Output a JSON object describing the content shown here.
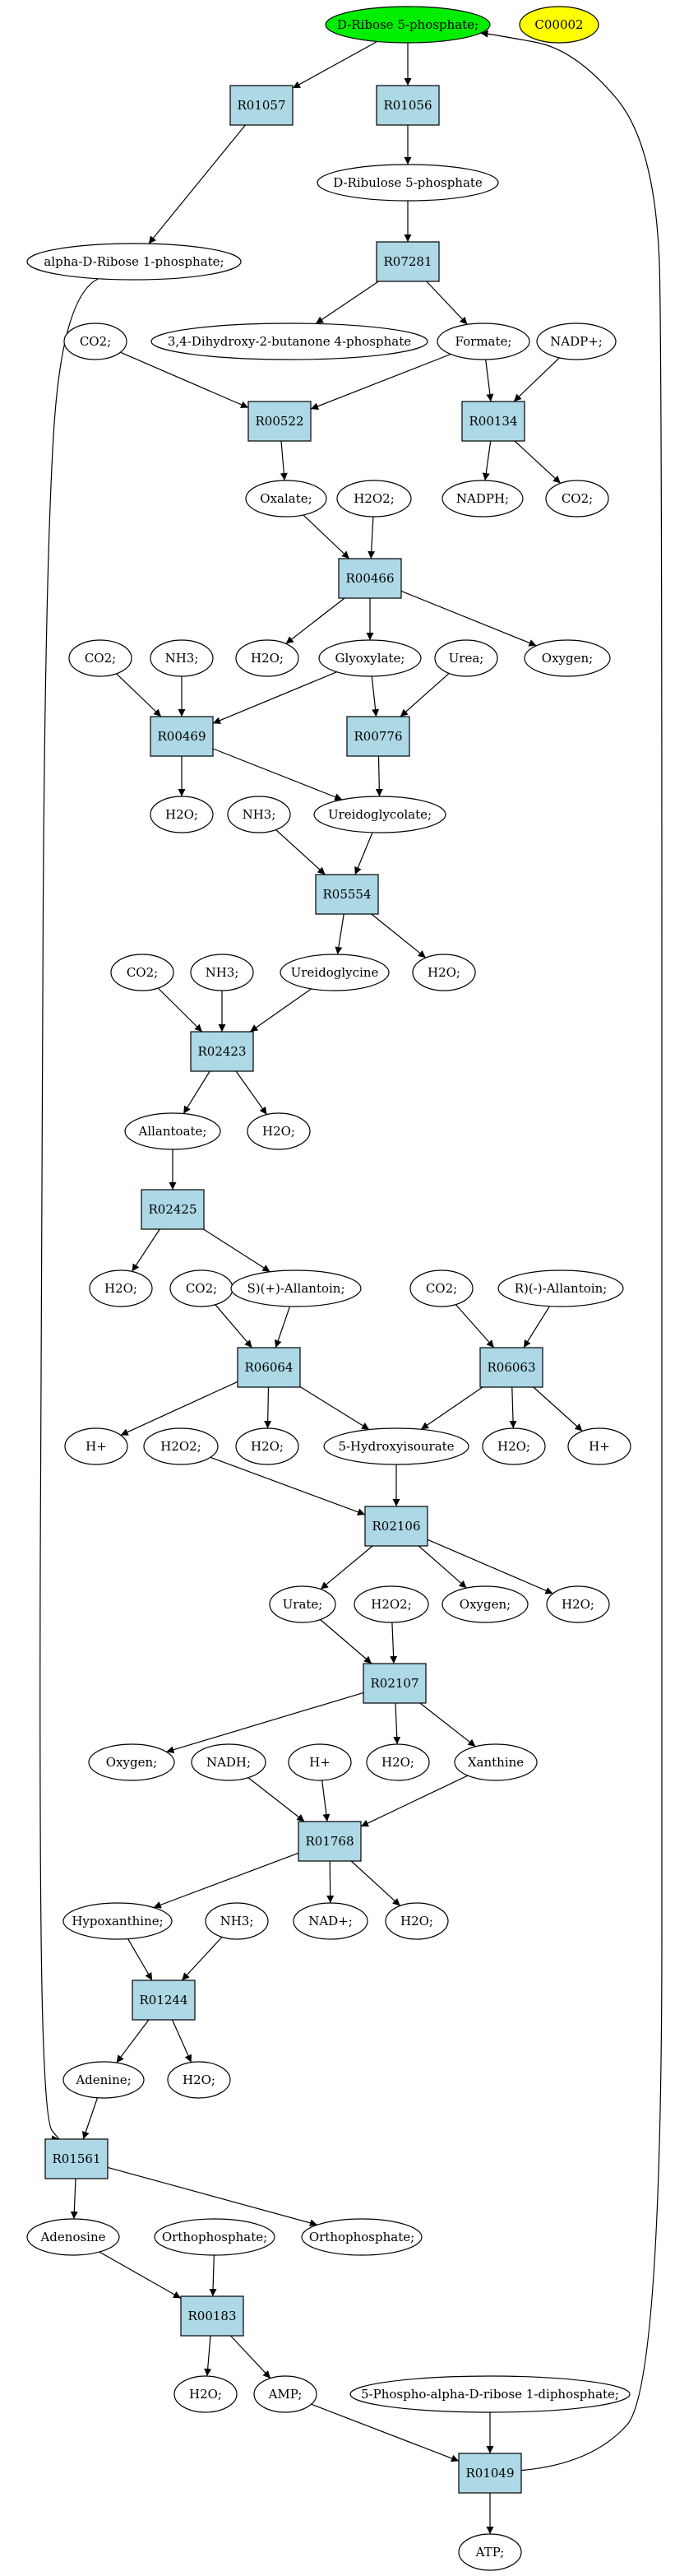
{
  "colors": {
    "reaction_fill": "#add8e6",
    "compound_fill": "#ffffff",
    "start_fill": "#00ee00",
    "id_fill": "#ffff00"
  },
  "nodes": [
    {
      "id": "n_rib5p",
      "label": "D-Ribose 5-phosphate;",
      "kind": "compound",
      "fill": "#00ee00"
    },
    {
      "id": "n_c00002",
      "label": "C00002",
      "kind": "compound",
      "fill": "#ffff00"
    },
    {
      "id": "n_r01057",
      "label": "R01057",
      "kind": "reaction"
    },
    {
      "id": "n_r01056",
      "label": "R01056",
      "kind": "reaction"
    },
    {
      "id": "n_ribu5p",
      "label": "D-Ribulose 5-phosphate",
      "kind": "compound"
    },
    {
      "id": "n_ar1p",
      "label": "alpha-D-Ribose 1-phosphate;",
      "kind": "compound"
    },
    {
      "id": "n_r07281",
      "label": "R07281",
      "kind": "reaction"
    },
    {
      "id": "n_dhb4p",
      "label": "3,4-Dihydroxy-2-butanone 4-phosphate",
      "kind": "compound"
    },
    {
      "id": "n_formate",
      "label": "Formate;",
      "kind": "compound"
    },
    {
      "id": "n_co2_a",
      "label": "CO2;",
      "kind": "compound"
    },
    {
      "id": "n_nadp",
      "label": "NADP+;",
      "kind": "compound"
    },
    {
      "id": "n_r00522",
      "label": "R00522",
      "kind": "reaction"
    },
    {
      "id": "n_r00134",
      "label": "R00134",
      "kind": "reaction"
    },
    {
      "id": "n_nadph",
      "label": "NADPH;",
      "kind": "compound"
    },
    {
      "id": "n_co2_b",
      "label": "CO2;",
      "kind": "compound"
    },
    {
      "id": "n_oxalate",
      "label": "Oxalate;",
      "kind": "compound"
    },
    {
      "id": "n_h2o2_a",
      "label": "H2O2;",
      "kind": "compound"
    },
    {
      "id": "n_r00466",
      "label": "R00466",
      "kind": "reaction"
    },
    {
      "id": "n_h2o_a",
      "label": "H2O;",
      "kind": "compound"
    },
    {
      "id": "n_glyoxylate",
      "label": "Glyoxylate;",
      "kind": "compound"
    },
    {
      "id": "n_urea",
      "label": "Urea;",
      "kind": "compound"
    },
    {
      "id": "n_oxygen_a",
      "label": "Oxygen;",
      "kind": "compound"
    },
    {
      "id": "n_co2_c",
      "label": "CO2;",
      "kind": "compound"
    },
    {
      "id": "n_nh3_a",
      "label": "NH3;",
      "kind": "compound"
    },
    {
      "id": "n_r00469",
      "label": "R00469",
      "kind": "reaction"
    },
    {
      "id": "n_r00776",
      "label": "R00776",
      "kind": "reaction"
    },
    {
      "id": "n_h2o_b",
      "label": "H2O;",
      "kind": "compound"
    },
    {
      "id": "n_nh3_b",
      "label": "NH3;",
      "kind": "compound"
    },
    {
      "id": "n_ureidoglycolate",
      "label": "Ureidoglycolate;",
      "kind": "compound"
    },
    {
      "id": "n_r05554",
      "label": "R05554",
      "kind": "reaction"
    },
    {
      "id": "n_co2_d",
      "label": "CO2;",
      "kind": "compound"
    },
    {
      "id": "n_nh3_c",
      "label": "NH3;",
      "kind": "compound"
    },
    {
      "id": "n_ureidoglycine",
      "label": "Ureidoglycine",
      "kind": "compound"
    },
    {
      "id": "n_h2o_c",
      "label": "H2O;",
      "kind": "compound"
    },
    {
      "id": "n_r02423",
      "label": "R02423",
      "kind": "reaction"
    },
    {
      "id": "n_allantoate",
      "label": "Allantoate;",
      "kind": "compound"
    },
    {
      "id": "n_h2o_d",
      "label": "H2O;",
      "kind": "compound"
    },
    {
      "id": "n_r02425",
      "label": "R02425",
      "kind": "reaction"
    },
    {
      "id": "n_h2o_e",
      "label": "H2O;",
      "kind": "compound"
    },
    {
      "id": "n_co2_e",
      "label": "CO2;",
      "kind": "compound"
    },
    {
      "id": "n_sallantoin",
      "label": "S)(+)-Allantoin;",
      "kind": "compound"
    },
    {
      "id": "n_co2_f",
      "label": "CO2;",
      "kind": "compound"
    },
    {
      "id": "n_rallantoin",
      "label": "R)(-)-Allantoin;",
      "kind": "compound"
    },
    {
      "id": "n_r06064",
      "label": "R06064",
      "kind": "reaction"
    },
    {
      "id": "n_r06063",
      "label": "R06063",
      "kind": "reaction"
    },
    {
      "id": "n_hplus_a",
      "label": "H+",
      "kind": "compound"
    },
    {
      "id": "n_h2o2_b",
      "label": "H2O2;",
      "kind": "compound"
    },
    {
      "id": "n_h2o_f",
      "label": "H2O;",
      "kind": "compound"
    },
    {
      "id": "n_5hiu",
      "label": "5-Hydroxyisourate",
      "kind": "compound"
    },
    {
      "id": "n_h2o_g",
      "label": "H2O;",
      "kind": "compound"
    },
    {
      "id": "n_hplus_b",
      "label": "H+",
      "kind": "compound"
    },
    {
      "id": "n_r02106",
      "label": "R02106",
      "kind": "reaction"
    },
    {
      "id": "n_urate",
      "label": "Urate;",
      "kind": "compound"
    },
    {
      "id": "n_h2o2_c",
      "label": "H2O2;",
      "kind": "compound"
    },
    {
      "id": "n_oxygen_b",
      "label": "Oxygen;",
      "kind": "compound"
    },
    {
      "id": "n_h2o_h",
      "label": "H2O;",
      "kind": "compound"
    },
    {
      "id": "n_r02107",
      "label": "R02107",
      "kind": "reaction"
    },
    {
      "id": "n_oxygen_c",
      "label": "Oxygen;",
      "kind": "compound"
    },
    {
      "id": "n_nadh",
      "label": "NADH;",
      "kind": "compound"
    },
    {
      "id": "n_hplus_c",
      "label": "H+",
      "kind": "compound"
    },
    {
      "id": "n_h2o_i",
      "label": "H2O;",
      "kind": "compound"
    },
    {
      "id": "n_xanthine",
      "label": "Xanthine",
      "kind": "compound"
    },
    {
      "id": "n_r01768",
      "label": "R01768",
      "kind": "reaction"
    },
    {
      "id": "n_hypoxanthine",
      "label": "Hypoxanthine;",
      "kind": "compound"
    },
    {
      "id": "n_nh3_d",
      "label": "NH3;",
      "kind": "compound"
    },
    {
      "id": "n_nadplus",
      "label": "NAD+;",
      "kind": "compound"
    },
    {
      "id": "n_h2o_j",
      "label": "H2O;",
      "kind": "compound"
    },
    {
      "id": "n_r01244",
      "label": "R01244",
      "kind": "reaction"
    },
    {
      "id": "n_adenine",
      "label": "Adenine;",
      "kind": "compound"
    },
    {
      "id": "n_h2o_k",
      "label": "H2O;",
      "kind": "compound"
    },
    {
      "id": "n_r01561",
      "label": "R01561",
      "kind": "reaction"
    },
    {
      "id": "n_adenosine",
      "label": "Adenosine",
      "kind": "compound"
    },
    {
      "id": "n_orthophosphate_a",
      "label": "Orthophosphate;",
      "kind": "compound"
    },
    {
      "id": "n_orthophosphate_b",
      "label": "Orthophosphate;",
      "kind": "compound"
    },
    {
      "id": "n_r00183",
      "label": "R00183",
      "kind": "reaction"
    },
    {
      "id": "n_h2o_l",
      "label": "H2O;",
      "kind": "compound"
    },
    {
      "id": "n_amp",
      "label": "AMP;",
      "kind": "compound"
    },
    {
      "id": "n_prpp",
      "label": "5-Phospho-alpha-D-ribose 1-diphosphate;",
      "kind": "compound"
    },
    {
      "id": "n_r01049",
      "label": "R01049",
      "kind": "reaction"
    },
    {
      "id": "n_atp",
      "label": "ATP;",
      "kind": "compound"
    }
  ],
  "edges": [
    [
      "n_rib5p",
      "n_r01057"
    ],
    [
      "n_rib5p",
      "n_r01056"
    ],
    [
      "n_r01057",
      "n_ar1p"
    ],
    [
      "n_r01056",
      "n_ribu5p"
    ],
    [
      "n_ribu5p",
      "n_r07281"
    ],
    [
      "n_r07281",
      "n_dhb4p"
    ],
    [
      "n_r07281",
      "n_formate"
    ],
    [
      "n_co2_a",
      "n_r00522"
    ],
    [
      "n_formate",
      "n_r00522"
    ],
    [
      "n_formate",
      "n_r00134"
    ],
    [
      "n_nadp",
      "n_r00134"
    ],
    [
      "n_r00134",
      "n_nadph"
    ],
    [
      "n_r00134",
      "n_co2_b"
    ],
    [
      "n_r00522",
      "n_oxalate"
    ],
    [
      "n_oxalate",
      "n_r00466"
    ],
    [
      "n_h2o2_a",
      "n_r00466"
    ],
    [
      "n_r00466",
      "n_h2o_a"
    ],
    [
      "n_r00466",
      "n_glyoxylate"
    ],
    [
      "n_r00466",
      "n_oxygen_a"
    ],
    [
      "n_co2_c",
      "n_r00469"
    ],
    [
      "n_nh3_a",
      "n_r00469"
    ],
    [
      "n_glyoxylate",
      "n_r00469"
    ],
    [
      "n_glyoxylate",
      "n_r00776"
    ],
    [
      "n_urea",
      "n_r00776"
    ],
    [
      "n_r00469",
      "n_h2o_b"
    ],
    [
      "n_r00469",
      "n_ureidoglycolate"
    ],
    [
      "n_r00776",
      "n_ureidoglycolate"
    ],
    [
      "n_nh3_b",
      "n_r05554"
    ],
    [
      "n_ureidoglycolate",
      "n_r05554"
    ],
    [
      "n_r05554",
      "n_ureidoglycine"
    ],
    [
      "n_r05554",
      "n_h2o_c"
    ],
    [
      "n_co2_d",
      "n_r02423"
    ],
    [
      "n_nh3_c",
      "n_r02423"
    ],
    [
      "n_ureidoglycine",
      "n_r02423"
    ],
    [
      "n_r02423",
      "n_allantoate"
    ],
    [
      "n_r02423",
      "n_h2o_d"
    ],
    [
      "n_allantoate",
      "n_r02425"
    ],
    [
      "n_r02425",
      "n_h2o_e"
    ],
    [
      "n_r02425",
      "n_sallantoin"
    ],
    [
      "n_co2_e",
      "n_r06064"
    ],
    [
      "n_sallantoin",
      "n_r06064"
    ],
    [
      "n_co2_f",
      "n_r06063"
    ],
    [
      "n_rallantoin",
      "n_r06063"
    ],
    [
      "n_r06064",
      "n_hplus_a"
    ],
    [
      "n_r06064",
      "n_h2o_f"
    ],
    [
      "n_r06064",
      "n_5hiu"
    ],
    [
      "n_r06063",
      "n_5hiu"
    ],
    [
      "n_r06063",
      "n_h2o_g"
    ],
    [
      "n_r06063",
      "n_hplus_b"
    ],
    [
      "n_h2o2_b",
      "n_r02106"
    ],
    [
      "n_5hiu",
      "n_r02106"
    ],
    [
      "n_r02106",
      "n_urate"
    ],
    [
      "n_r02106",
      "n_oxygen_b"
    ],
    [
      "n_r02106",
      "n_h2o_h"
    ],
    [
      "n_urate",
      "n_r02107"
    ],
    [
      "n_h2o2_c",
      "n_r02107"
    ],
    [
      "n_r02107",
      "n_oxygen_c"
    ],
    [
      "n_r02107",
      "n_h2o_i"
    ],
    [
      "n_r02107",
      "n_xanthine"
    ],
    [
      "n_nadh",
      "n_r01768"
    ],
    [
      "n_hplus_c",
      "n_r01768"
    ],
    [
      "n_xanthine",
      "n_r01768"
    ],
    [
      "n_r01768",
      "n_hypoxanthine"
    ],
    [
      "n_r01768",
      "n_nadplus"
    ],
    [
      "n_r01768",
      "n_h2o_j"
    ],
    [
      "n_hypoxanthine",
      "n_r01244"
    ],
    [
      "n_nh3_d",
      "n_r01244"
    ],
    [
      "n_r01244",
      "n_adenine"
    ],
    [
      "n_r01244",
      "n_h2o_k"
    ],
    [
      "n_ar1p",
      "n_r01561"
    ],
    [
      "n_adenine",
      "n_r01561"
    ],
    [
      "n_r01561",
      "n_adenosine"
    ],
    [
      "n_r01561",
      "n_orthophosphate_b"
    ],
    [
      "n_adenosine",
      "n_r00183"
    ],
    [
      "n_orthophosphate_a",
      "n_r00183"
    ],
    [
      "n_r00183",
      "n_h2o_l"
    ],
    [
      "n_r00183",
      "n_amp"
    ],
    [
      "n_amp",
      "n_r01049"
    ],
    [
      "n_prpp",
      "n_r01049"
    ],
    [
      "n_r01049",
      "n_atp"
    ],
    [
      "n_r01049",
      "n_rib5p"
    ]
  ]
}
